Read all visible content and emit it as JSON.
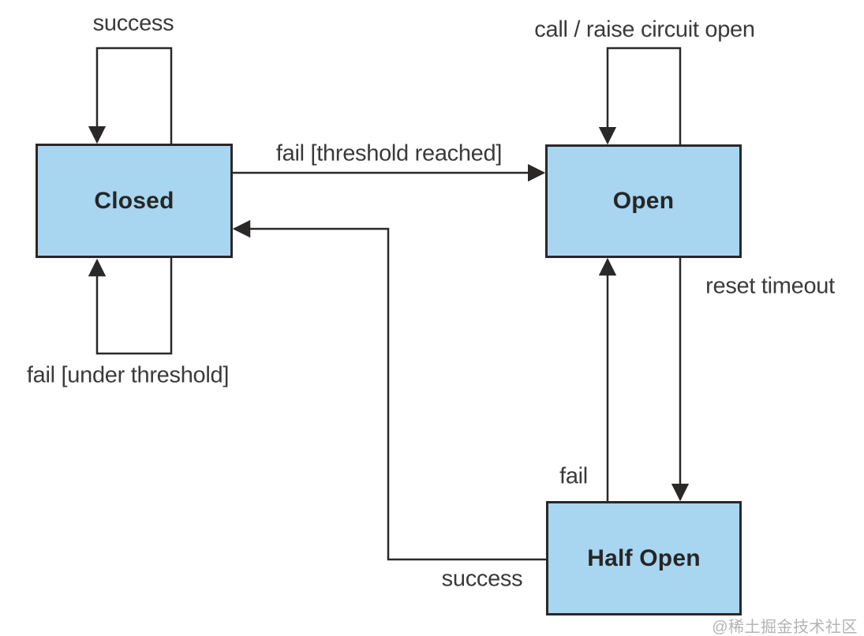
{
  "diagram": {
    "states": [
      {
        "id": "closed",
        "label": "Closed"
      },
      {
        "id": "open",
        "label": "Open"
      },
      {
        "id": "half_open",
        "label": "Half Open"
      }
    ],
    "transitions": [
      {
        "from": "closed",
        "to": "closed",
        "label": "success",
        "shape": "self-loop-above"
      },
      {
        "from": "closed",
        "to": "open",
        "label": "fail [threshold reached]",
        "shape": "straight-right"
      },
      {
        "from": "closed",
        "to": "closed",
        "label": "fail [under threshold]",
        "shape": "self-loop-below"
      },
      {
        "from": "open",
        "to": "open",
        "label": "call / raise circuit open",
        "shape": "self-loop-above"
      },
      {
        "from": "open",
        "to": "half_open",
        "label": "reset timeout",
        "shape": "straight-down"
      },
      {
        "from": "half_open",
        "to": "open",
        "label": "fail",
        "shape": "straight-up"
      },
      {
        "from": "half_open",
        "to": "closed",
        "label": "success",
        "shape": "elbow-left-up"
      }
    ],
    "colors": {
      "state_fill": "#a8d5f0",
      "state_border": "#2b2728",
      "line": "#2b2828",
      "label_text": "#3a3a3a",
      "state_text": "#262626",
      "watermark": "#b3b3b3",
      "background": "#ffffff"
    }
  },
  "watermark": {
    "text": "@稀土掘金技术社区"
  }
}
